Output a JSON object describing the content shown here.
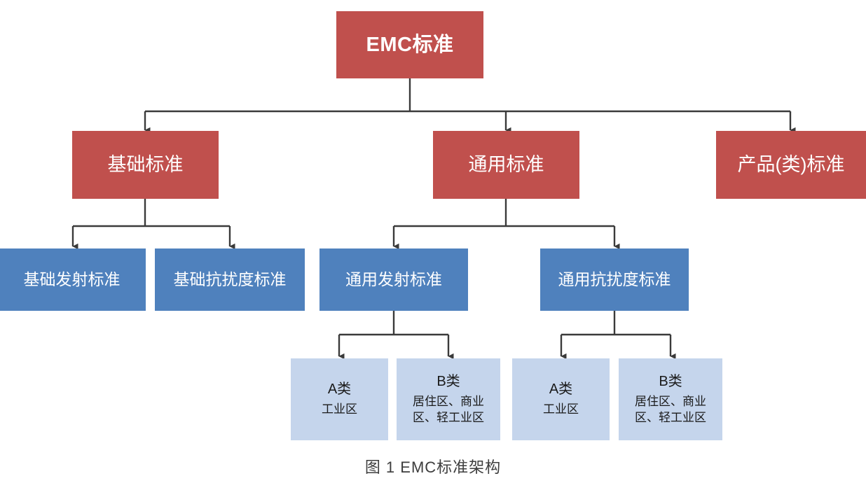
{
  "diagram": {
    "type": "hierarchy-tree",
    "caption": "图 1  EMC标准架构",
    "colors": {
      "level1_fill": "#c0504d",
      "level2_fill": "#c0504d",
      "level3_fill": "#4f81bd",
      "leaf_fill": "#c5d5ec",
      "connector": "#3a3a3a",
      "background": "#ffffff",
      "light_text": "#ffffff",
      "dark_text": "#1a1a1a"
    },
    "root": {
      "label": "EMC标准"
    },
    "level2": [
      {
        "label": "基础标准"
      },
      {
        "label": "通用标准"
      },
      {
        "label": "产品(类)标准"
      }
    ],
    "level3": [
      {
        "label": "基础发射标准"
      },
      {
        "label": "基础抗扰度标准"
      },
      {
        "label": "通用发射标准"
      },
      {
        "label": "通用抗扰度标准"
      }
    ],
    "leaves": [
      {
        "title": "A类",
        "sub_line1": "工业区",
        "sub_line2": ""
      },
      {
        "title": "B类",
        "sub_line1": "居住区、商业",
        "sub_line2": "区、轻工业区"
      },
      {
        "title": "A类",
        "sub_line1": "工业区",
        "sub_line2": ""
      },
      {
        "title": "B类",
        "sub_line1": "居住区、商业",
        "sub_line2": "区、轻工业区"
      }
    ]
  }
}
